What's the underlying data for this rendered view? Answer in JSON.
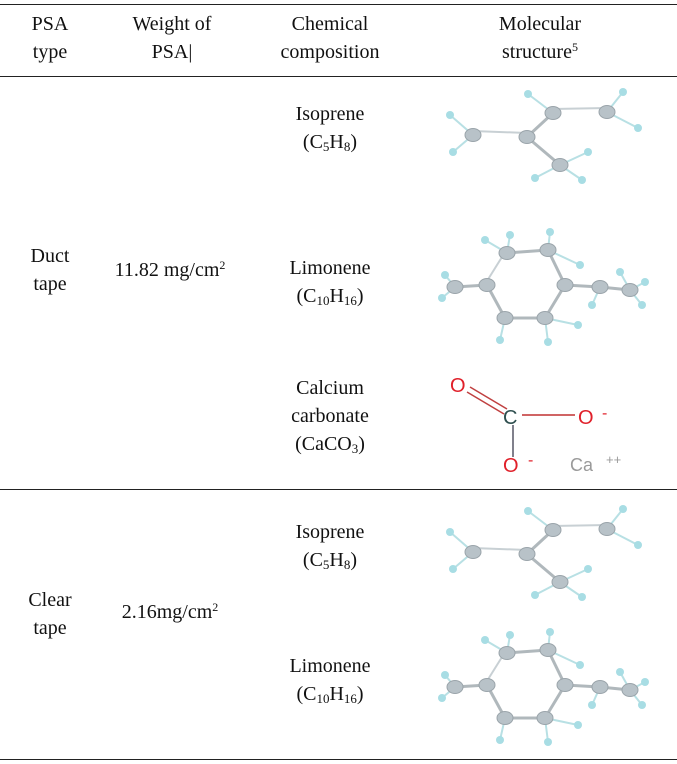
{
  "headers": {
    "psa_type": [
      "PSA",
      "type"
    ],
    "weight": [
      "Weight of",
      "PSA|"
    ],
    "composition": [
      "Chemical",
      "composition"
    ],
    "structure": [
      "Molecular",
      "structure"
    ],
    "structure_ref": "5"
  },
  "duct": {
    "type": [
      "Duct",
      "tape"
    ],
    "weight": "11.82 mg/cm",
    "weight_exp": "2",
    "chemicals": [
      {
        "name": "Isoprene",
        "formula": [
          "(C",
          "5",
          "H",
          "8",
          ")"
        ]
      },
      {
        "name": "Limonene",
        "formula": [
          "(C",
          "10",
          "H",
          "16",
          ")"
        ]
      },
      {
        "name": [
          "Calcium",
          "carbonate"
        ],
        "formula": [
          "(CaCO",
          "3",
          ")"
        ]
      }
    ]
  },
  "clear": {
    "type": [
      "Clear",
      "tape"
    ],
    "weight": "2.16mg/cm",
    "weight_exp": "2",
    "chemicals": [
      {
        "name": "Isoprene",
        "formula": [
          "(C",
          "5",
          "H",
          "8",
          ")"
        ]
      },
      {
        "name": "Limonene",
        "formula": [
          "(C",
          "10",
          "H",
          "16",
          ")"
        ]
      }
    ]
  },
  "carbonate_labels": {
    "o_top": "O",
    "c": "C",
    "o_right": "O",
    "o_bottom": "O",
    "minus": "-",
    "ca": "Ca",
    "ca_charge": "++"
  },
  "colors": {
    "oxygen": "#e0202a",
    "carbon_atom": "#b8c2c8",
    "hydrogen": "#a8dde4",
    "ca": "#9a9a9a",
    "c_label": "#2f4f4f"
  }
}
